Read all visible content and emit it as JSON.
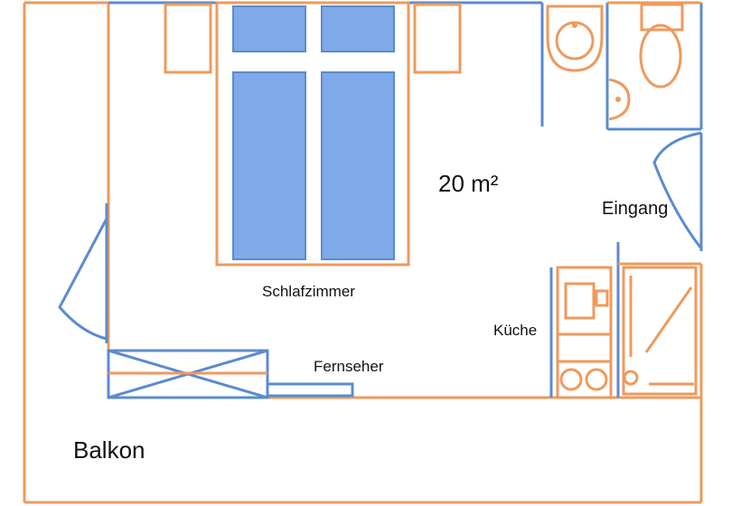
{
  "labels": {
    "area": "20 m²",
    "entrance": "Eingang",
    "bedroom": "Schlafzimmer",
    "kitchen": "Küche",
    "tv": "Fernseher",
    "balcony": "Balkon"
  },
  "colors": {
    "wall": "#EE9A5C",
    "blue_line": "#5B8BD0",
    "blue_fill": "#7FA9E8"
  }
}
